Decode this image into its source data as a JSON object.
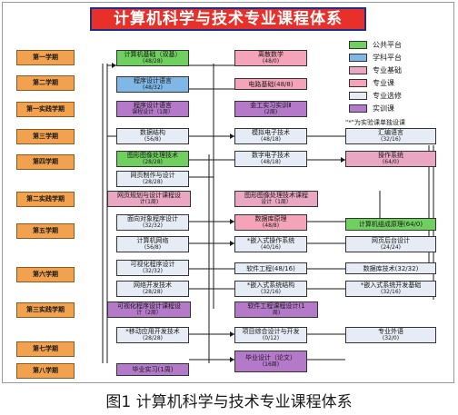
{
  "diagram": {
    "title": "计算机科学与技术专业课程体系",
    "caption": "图1  计算机科学与技术专业课程体系",
    "note": "\"*\"为实验课单独设课",
    "legend": [
      {
        "label": "公共平台",
        "color": "#6fcf5f"
      },
      {
        "label": "学科平台",
        "color": "#7fb8e6"
      },
      {
        "label": "专业基础",
        "color": "#e9a7c2"
      },
      {
        "label": "专业课",
        "color": "#f5a3b8"
      },
      {
        "label": "专业选修",
        "color": "#e6ecf5"
      },
      {
        "label": "实训课",
        "color": "#b479c9"
      }
    ],
    "semesters": [
      "第一学期",
      "第二学期",
      "第一实践学期",
      "第三学期",
      "第四学期",
      "第二实践学期",
      "第五学期",
      "",
      "第六学期",
      "第三实践学期",
      "第七学期",
      "第八学期"
    ],
    "courses": [
      {
        "name": "计算机基础（双基）",
        "hours": "(48/28)"
      },
      {
        "name": "离散数学",
        "hours": "(48/0)"
      },
      {
        "name": "程序设计语言",
        "hours": "(48/32)"
      },
      {
        "name": "电路基础(48/8)",
        "hours": ""
      },
      {
        "name": "程序设计语言",
        "hours": "课程设计（1周）"
      },
      {
        "name": "金工实习实训Ⅱ",
        "hours": "(2周)"
      },
      {
        "name": "数据结构",
        "hours": "(56/8)"
      },
      {
        "name": "模拟电子技术",
        "hours": "(48/18)"
      },
      {
        "name": "汇编语言",
        "hours": "(32/16)"
      },
      {
        "name": "图形图像处理技术",
        "hours": "(28/28)"
      },
      {
        "name": "数字电子技术",
        "hours": "(48/18)"
      },
      {
        "name": "操作系统",
        "hours": "(64/0)"
      },
      {
        "name": "网页制作与设计",
        "hours": "(28/28)"
      },
      {
        "name": "网页规划与设计课程设",
        "hours": "计(1周)"
      },
      {
        "name": "图形图像处理技术课程",
        "hours": "设计（1周）"
      },
      {
        "name": "面向对象程序设计",
        "hours": "(32/32)"
      },
      {
        "name": "数据库原理",
        "hours": "(48/8)"
      },
      {
        "name": "计算机组成原理(64/0)",
        "hours": ""
      },
      {
        "name": "计算机网络",
        "hours": "(56/8)"
      },
      {
        "name": "*嵌入式操作系统",
        "hours": "(40/16)"
      },
      {
        "name": "网页后台设计",
        "hours": "(24/24)"
      },
      {
        "name": "可视化程序设计",
        "hours": "(32/32)"
      },
      {
        "name": "软件工程(48/16)",
        "hours": ""
      },
      {
        "name": "数据库技术(32/32)",
        "hours": ""
      },
      {
        "name": "网络开发技术",
        "hours": "(28/28)"
      },
      {
        "name": "*嵌入式系统结构",
        "hours": "(32/16)"
      },
      {
        "name": "*嵌入式系统开发基础",
        "hours": "(32/16)"
      },
      {
        "name": "可视化程序设计课程设",
        "hours": "计（2周）"
      },
      {
        "name": "软件工程课程设计(1",
        "hours": "周)"
      },
      {
        "name": "*移动应用开发技术",
        "hours": "(28/28)"
      },
      {
        "name": "项目综合设计与开发",
        "hours": "(0/12)"
      },
      {
        "name": "专业外语",
        "hours": "(32/0)"
      },
      {
        "name": "毕业实习(1周)",
        "hours": ""
      },
      {
        "name": "毕业设计（论文）",
        "hours": "(16周)"
      }
    ]
  }
}
